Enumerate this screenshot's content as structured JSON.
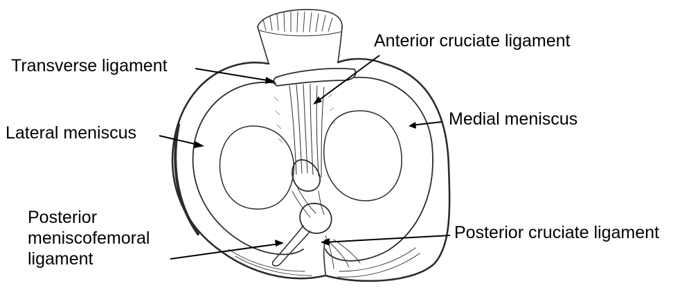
{
  "labels": {
    "transverse_ligament": "Transverse ligament",
    "anterior_cruciate_ligament": "Anterior cruciate ligament",
    "medial_meniscus": "Medial meniscus",
    "lateral_meniscus": "Lateral meniscus",
    "posterior_meniscofemoral_ligament": {
      "line1": "Posterior",
      "line2": "meniscofemoral",
      "line3": "ligament"
    },
    "posterior_cruciate_ligament": "Posterior cruciate ligament"
  },
  "colors": {
    "text": "#000000",
    "line": "#000000",
    "sketch": "#2b2b2b",
    "background": "#ffffff"
  }
}
